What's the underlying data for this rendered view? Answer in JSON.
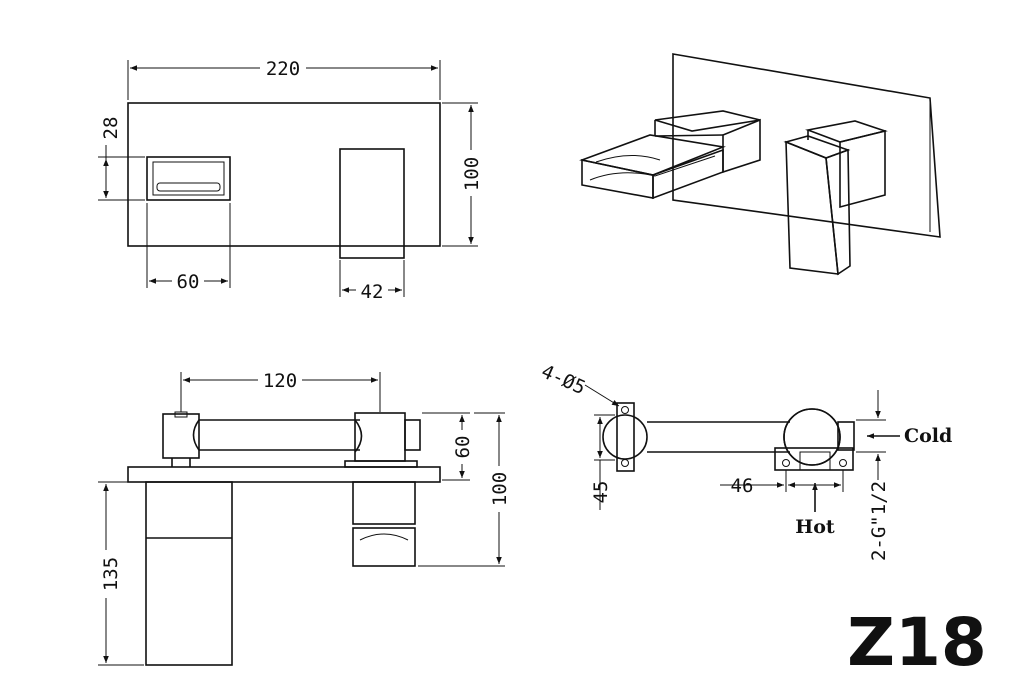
{
  "dimensions": {
    "front_width": "220",
    "front_spout_offset": "28",
    "front_height": "100",
    "front_spout_width": "60",
    "front_handle_width": "42",
    "side_centers": "120",
    "side_top_height": "60",
    "side_depth": "100",
    "side_body_depth": "135",
    "valve_hole": "4-Ø5",
    "valve_height": "45",
    "valve_width": "46",
    "valve_thread": "2-G\"1/2"
  },
  "labels": {
    "cold": "Cold",
    "hot": "Hot",
    "model": "Z18"
  }
}
